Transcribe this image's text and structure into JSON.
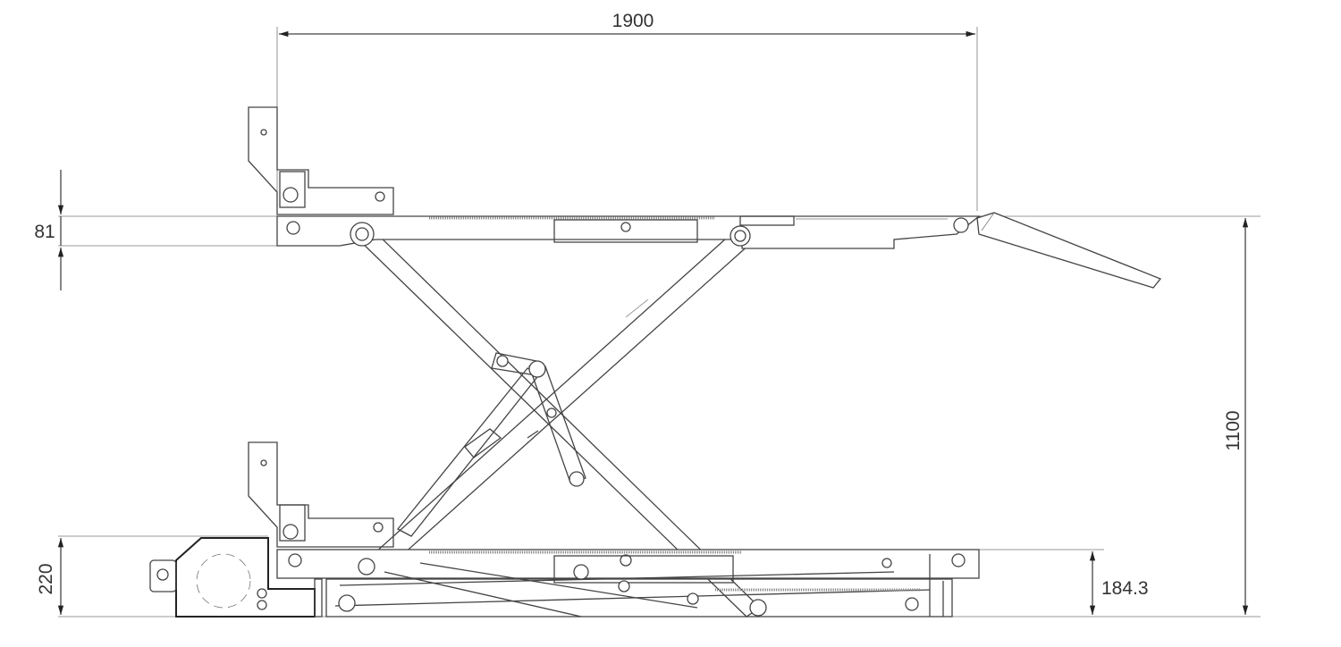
{
  "drawing": {
    "title": "Scissor lift side elevation",
    "dimensions": {
      "platform_length": "1900",
      "platform_thickness": "81",
      "base_height": "220",
      "max_height": "1100",
      "base_frame_height": "184.3"
    },
    "line_color": "#444444",
    "background": "#ffffff"
  }
}
